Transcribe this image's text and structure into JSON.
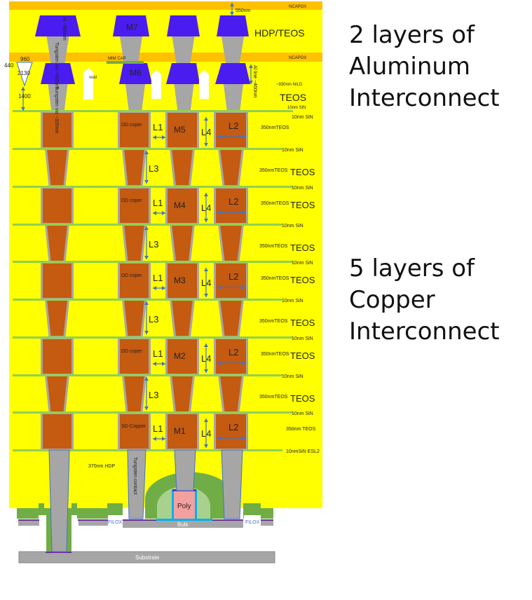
{
  "colors": {
    "oxide": "#ffff00",
    "ncapox": "#ffc000",
    "aluminum": "#4a1cf0",
    "copper": "#c55a11",
    "barrier": "#a6a6a6",
    "sin": "#92d050",
    "poly": "#f4a0a0",
    "spacer": "#70ad47",
    "silicide": "#7030a0",
    "liner": "#00b0f0"
  },
  "captions": {
    "al": [
      "2 layers of",
      "Aluminum",
      "Interconnect"
    ],
    "cu": [
      "5 layers of",
      "Copper",
      "Interconnect"
    ]
  },
  "top": {
    "ncapox_top": "NCAPOX",
    "ncapox_mid": "NCAPOX",
    "thickness_550": "550nm",
    "m7": "M7",
    "m6": "M6",
    "hdp_teos": "HDP/TEOS",
    "mim_cap": "MIM CAP",
    "void": "void",
    "nild": "~930nm NILD",
    "teos": "TEOS",
    "al_thick": "Al ~850nm",
    "w_via_top": "Tungsten via ~600nm",
    "w_via_bottom": "Tungsten via ~320nm",
    "al_line": "Al line ~460nm",
    "dim_960": "960",
    "dim_440": "440",
    "dim_2130": "2130",
    "dim_1400": "1400",
    "sin": "10nm SiN"
  },
  "cu_layers": [
    {
      "name": "M5",
      "cu_label": "DD coper",
      "top_sin": "10nm SiN",
      "line_teos": "350nmTEOS",
      "line_teos2": "",
      "mid_sin": "10nm SiN",
      "via_teos": "350nmTEOS",
      "via_teos2": "TEOS"
    },
    {
      "name": "M4",
      "cu_label": "DD coper",
      "top_sin": "10nm SiN",
      "line_teos": "350nmTEOS",
      "line_teos2": "TEOS",
      "mid_sin": "10nm SiN",
      "via_teos": "350nmTEOS",
      "via_teos2": "TEOS"
    },
    {
      "name": "M3",
      "cu_label": "DD coper",
      "top_sin": "10nm SiN",
      "line_teos": "350nmTEOS",
      "line_teos2": "TEOS",
      "mid_sin": "10nm SiN",
      "via_teos": "350nmTEOS",
      "via_teos2": "TEOS"
    },
    {
      "name": "M2",
      "cu_label": "DD coper",
      "top_sin": "10nm SiN",
      "line_teos": "350nmTEOS",
      "line_teos2": "TEOS",
      "mid_sin": "10nm SiN",
      "via_teos": "350nmTEOS",
      "via_teos2": "TEOS"
    },
    {
      "name": "M1",
      "cu_label": "SD-Copper",
      "top_sin": "10nm SiN",
      "line_teos": "350nm TEOS",
      "line_teos2": "",
      "mid_sin": "10nmSiN ESL2",
      "via_teos": "",
      "via_teos2": ""
    }
  ],
  "dims": {
    "l1": "L1",
    "l2": "L2",
    "l3": "L3",
    "l4": "L4"
  },
  "bottom": {
    "hdp": "370nm HDP",
    "contact": "Tungsten contact",
    "poly": "Poly",
    "bulk": "Bulk",
    "filox": "FILOX",
    "substrate": "Substrate"
  }
}
